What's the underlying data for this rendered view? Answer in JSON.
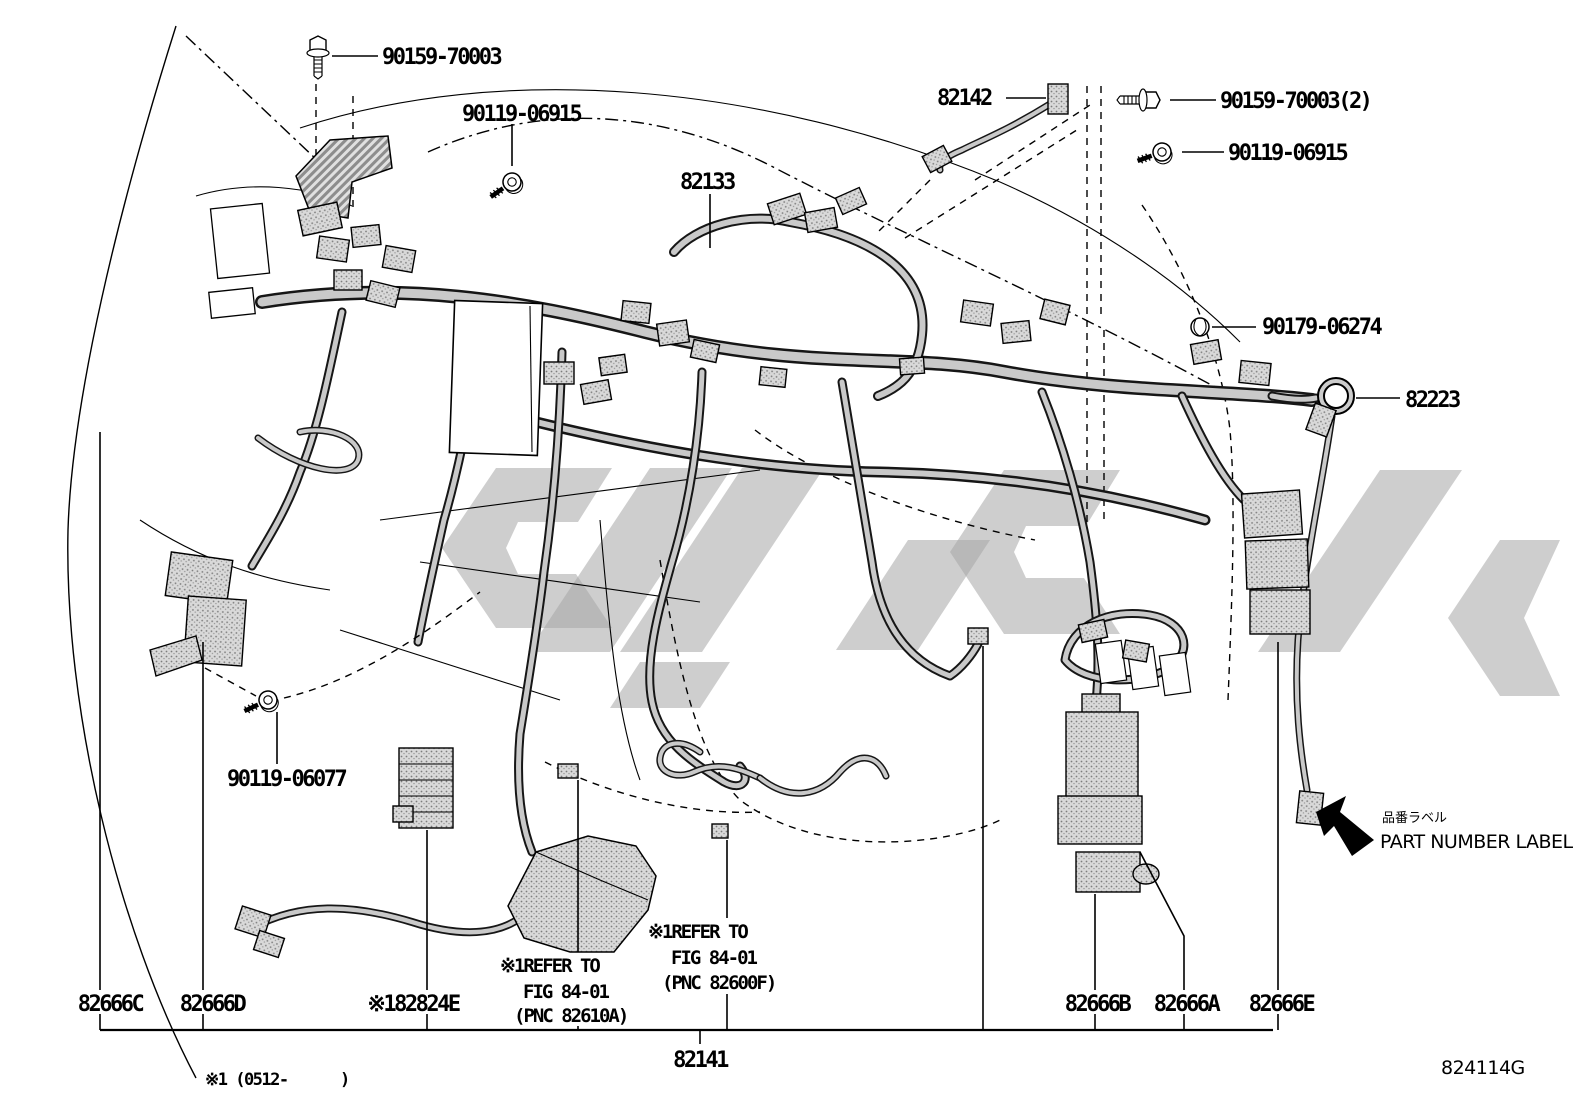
{
  "labels": {
    "bolt_top": "90159-70003",
    "screw_top": "90119-06915",
    "harness_82133": "82133",
    "wire_82142": "82142",
    "bolt_right": "90159-70003(2)",
    "screw_right": "90119-06915",
    "clip_right": "90179-06274",
    "grommet_82223": "82223",
    "screw_left": "90119-06077",
    "relay_c": "82666C",
    "relay_d": "82666D",
    "block_82824e": "※182824E",
    "main_harness": "82141",
    "relay_b": "82666B",
    "relay_a": "82666A",
    "relay_e": "82666E"
  },
  "notes": {
    "refer1": [
      "※1REFER TO",
      "FIG 84-01",
      "(PNC 82610A)"
    ],
    "refer2": [
      "※1REFER TO",
      "FIG 84-01",
      "(PNC 82600F)"
    ],
    "part_label_jp": "品番ラベル",
    "part_label_en": "PART NUMBER LABEL"
  },
  "footer": {
    "footnote": "※1 (0512-      )",
    "diagram_code": "824114G"
  }
}
